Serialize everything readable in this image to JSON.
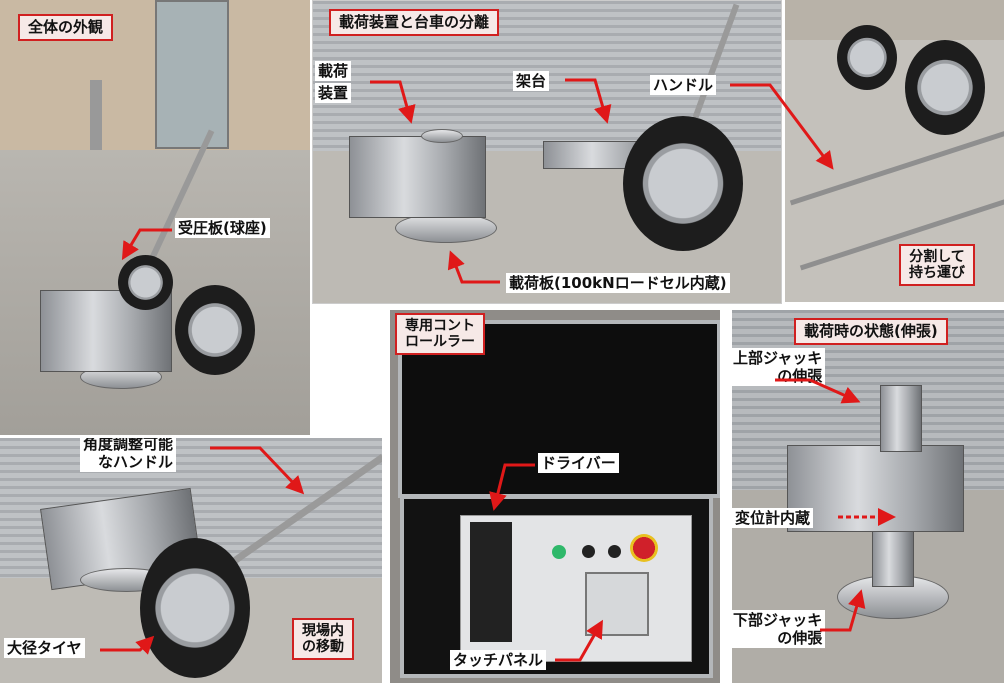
{
  "panels": {
    "overall": {
      "title": "全体の外観",
      "labels": {
        "pressure_plate": "受圧板(球座)"
      }
    },
    "separation": {
      "title": "載荷装置と台車の分離",
      "labels": {
        "loading_device_1": "載荷",
        "loading_device_2": "装置",
        "frame": "架台",
        "handle": "ハンドル",
        "loading_plate": "載荷板(100kNロードセル内蔵)"
      }
    },
    "carry": {
      "title_1": "分割して",
      "title_2": "持ち運び"
    },
    "moving": {
      "title_1": "現場内",
      "title_2": "の移動",
      "labels": {
        "handle_1": "角度調整可能",
        "handle_2": "なハンドル",
        "tire": "大径タイヤ"
      }
    },
    "controller": {
      "title_1": "専用コント",
      "title_2": "ロールラー",
      "labels": {
        "driver": "ドライバー",
        "touch_panel": "タッチパネル"
      }
    },
    "loading_state": {
      "title": "載荷時の状態(伸張)",
      "labels": {
        "upper_jack_1": "上部ジャッキ",
        "upper_jack_2": "の伸張",
        "displacement": "変位計内蔵",
        "lower_jack_1": "下部ジャッキ",
        "lower_jack_2": "の伸張"
      }
    }
  },
  "colors": {
    "accent_red": "#d02020",
    "title_bg": "#f6e9e7"
  }
}
